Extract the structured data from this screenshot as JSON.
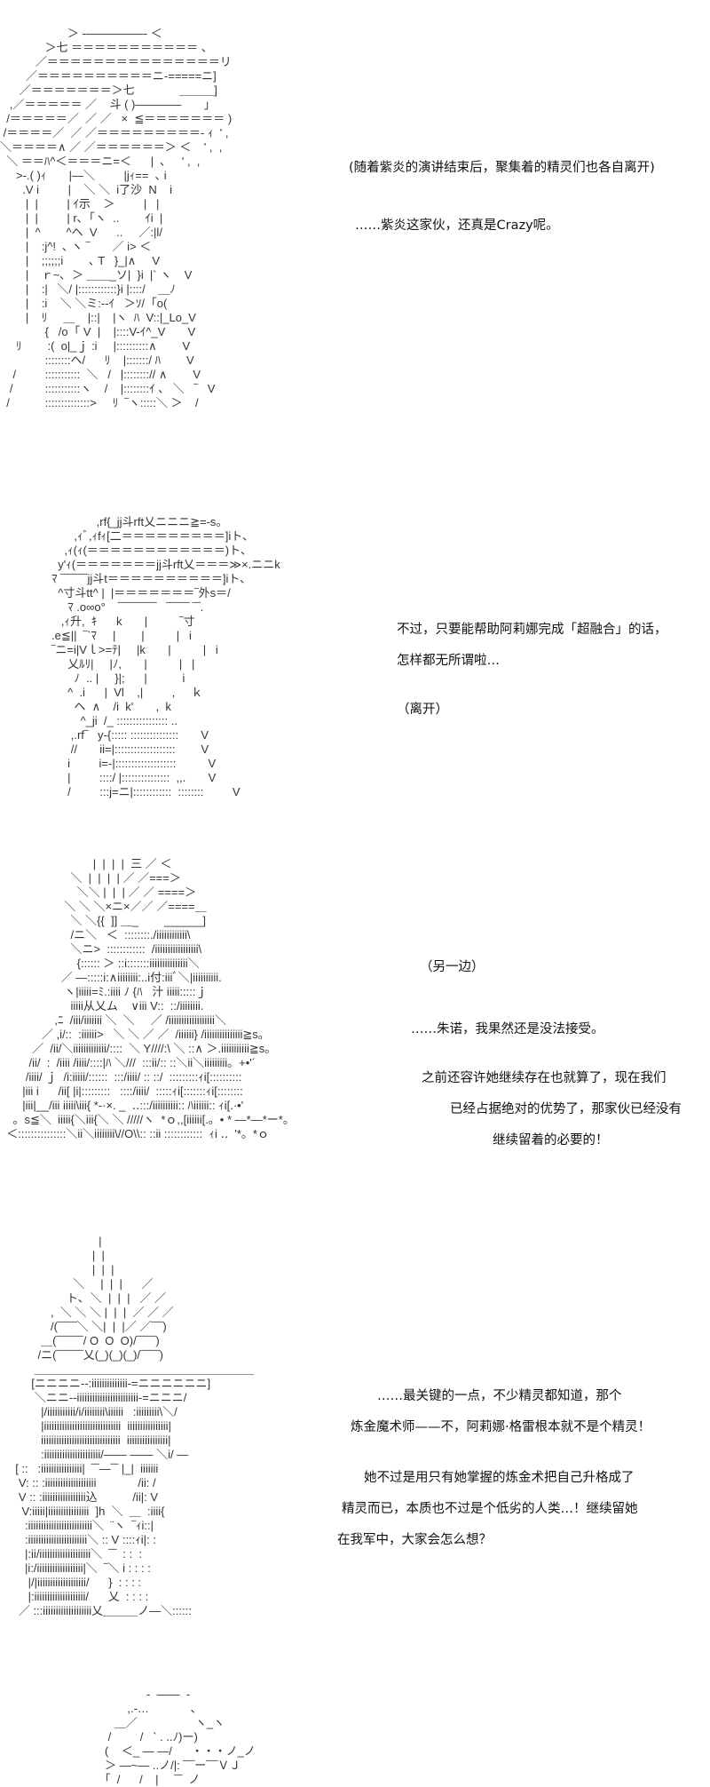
{
  "panels": [
    {
      "art": [
        "                     ＞ -―――――- ＜",
        "              ＞七 ＝＝＝＝＝＝＝＝＝＝＝ 、",
        "           ／＝＝＝＝＝＝＝＝＝＝＝＝＝＝＝リ",
        "        ／＝＝＝＝＝＝＝＝＝＝ニ-=====ニ]",
        "      ／＝＝＝＝＝＝＝＞七              ＿＿＿]",
        "   ,／＝＝＝＝＝ ／    斗 ( )――――       ｣",
        "  /＝＝＝＝＝／  ／ ／   ×  ≦＝＝＝＝＝＝＝ )",
        " /＝＝＝＝／  ／ ／＝＝＝＝＝＝＝＝＝- ｨ  ' ,",
        "＼＝＝＝＝∧ ／ ／＝＝＝＝＝＝＞ ＜    ' ,  ,",
        "  ＼ ＝＝ﾊ^＜＝＝＝ニ=＜      |  ､     ' ,  ,",
        "     >-.( )ｨ       |―＼         |jｨ==  ､ i",
        "       .V i         |    ＼ ＼  i了沙  N    i",
        "        |  |         | ｲ示    ＞         |   |",
        "        |  |         | r､  ｢ヽ  ..        ｲi  |",
        "        |  ^        ^ヘ  V      ..     ／:|l/",
        "        |    :j^!  ､ ヽ ‾       ／ i> ＜",
        "        |    ;;;;;;i        ､ T   }_|∧     V",
        "        |    ｒ~､  ＞ ＿＿_ソ|  }i  |` ヽ    V",
        "        |    :|   ＼/ |::::::::::::}i |::::/    ＿ﾉ",
        "        |    :i    ＼ ＼ミ:--ｲ   ＞ｿ/  ｢o(",
        "        |    ﾘ     ＿    |::|    |ヽ  ﾊ  V::|_Lo_V",
        "              {   /o  ｢ V  |    |::::V-ｲ^_V       V",
        "     ﾘ        :(  o|_ｊ :i     |::::::::::∧        V",
        "              ::::::::ヘ/      ﾘ    |:::::::/ ﾊ        V",
        "    /         :::::::::::  ＼   /   |::::::::// ∧        V",
        "   /          :::::::::::ヽ    /    |::::::::ｲ 、 ＼   ‾   V",
        "  /           ::::::::::::::>     ﾘ  ‾ヽ:::::＼ ＞    /"
      ],
      "lines": [
        "(随着紫炎的演讲结束后，聚集着的精灵们也各自离开)",
        "……紫炎这家伙，还真是Crazy呢。"
      ]
    },
    {
      "art": [
        "                   ,rf{_jj斗rft乂ニニニ≧=-s。",
        "            ,ｨﾞ,ｨfｨ[二＝＝＝＝＝＝＝＝＝]iト、",
        "         ,ｨ(ｨ(＝＝＝＝＝＝＝＝＝＝＝＝)ト、",
        "       y'ｨ(＝＝＝＝＝＝＝jj斗rft乂＝＝＝≫×.ニニk",
        "     ﾏ ‾‾‾‾‾‾‾jj斗t＝＝＝＝＝＝＝＝＝＝]iト、",
        "       ^寸斗tt^ |  |＝＝＝＝＝＝＝‾外s＝/",
        "          ﾏ .o∞o°    ‾‾‾‾‾‾‾‾‾‾   ‾‾‾‾‾‾ ‾‾.",
        "        ,ｨ升,  ｷ      k       |          ‾寸",
        "     .e≦||  ‾`ﾏ     |        |          |   i",
        "     ‾ニ=i|Vｌ>=ﾃ|     |k       |          |   i",
        "          乂ﾙﾘ|     |ﾉ,       |          |   |",
        "            ﾉ  .. |     }|;      |           i",
        "          ^  .i      |  Vl    ,|         ,     ｋ",
        "            ヘ  ∧    /i  k'       ,  k",
        "              ^_ji  /_ :::::::::::::::: ..",
        "           ,.rf‾   y-{::::: :::::::::::::::       V",
        "           //       ii=|:::::::::::::::::::        V",
        "          i         i=-|:::::::::::::::::::          V",
        "          |         ::::/ |:::::::::::::::  ,,.       V",
        "          /         :::j=ニ|::::::::::::  ::::::::         V"
      ],
      "lines": [
        "不过，只要能帮助阿莉娜完成「超融合」的话，",
        "怎样都无所谓啦…",
        "（离开）"
      ]
    },
    {
      "art": [
        "                             |  |  |  |  三 ／ ＜",
        "                      ＼  |  |  |  | ／ ／===＞",
        "                        ＼＼ |  |  | ／ ／ ====＞",
        "                    ＼ ＼ ＼×ニ×／／ ／====＿",
        "                      ＼ ＼{{  ]] ＿_        ______]",
        "                      /ニ＼   ＜  ::::::::./iiiiiiiiiiii\\",
        "                      ＼ニ>  ::::::::::::  /iiiiiiiiiiiiiiiii\\",
        "                        {:::::: ＞ ::i:::::::iiiiiiiiiiiiiii＼",
        "                   ／ ―:::::i:∧iiiiiiii:..i付:iiiﾞ＼|iiiiiiiiii.",
        "                    ヽ|iiiii=ﾐ.:iiii ﾉ {ﾊ   汁 iiiii:::::ｊ",
        "                      iiiii从乂ム    ∨iii V::  ::/iiiiiiii.",
        "                 ,ﾆ  /iii/iiiiiii ＼  ＼     ／ /iiiiiiiiiiiiiiiiii＼",
        "             ／ ,i/::  :iiiiii>   ＼ ＼ ／ ／  /iiiiii} /iiiiiiiiiiiiiii≧s。",
        "          ／  /ii/＼iiiiiiiiiiiii/::::  ＼ Y////:\\ ＼ ::∧ ＞.iiiiiiiiiii≧s。",
        "         /ii/  :  /iiii /iiii/::::|ﾊ ＼///  :::ii/:: ::＼ii＼iiiiiiiii。+•'´",
        "        /iiii/ ｊ  /i:iiiii/::::::  :::/iiii/ :: ::/  :::::::::ｨi[::::::::::",
        "       |iii i      /ii[ |i|:::::::::   ::::/iiii/  :::::ｨi[:::::::ｨi[::::::::",
        "       |iii|__/iii iiiii\\iii{ *-·×. _  ‥:::/iiiiiiiiii:: ﾊiiiiii:: ｨi[.·•'",
        "    。s≦＼  iiiii{＼iii{＼ ＼ /////ヽ  *ｏ,,[iiiiii[.。• * ―*―*ー*。",
        "  ＜:::::::::::::::＼ii＼iiiiiiii\\//O\\\\:: ::ii ::::::::::::  ｨi ‥  '*。*ｏ"
      ],
      "lines": [
        "（另一边）",
        "……朱诺，我果然还是没法接受。",
        "之前还容许她继续存在也就算了，现在我们",
        "已经占据绝对的优势了，那家伙已经没有",
        "继续留着的必要的！"
      ]
    },
    {
      "art": [
        "                            |",
        "                          |  |",
        "                          |  |  |",
        "                    ＼     |  |  |      ／",
        "                  ト､  ＼  |  |  |   ／ ／",
        "             ,  ＼ ＼ ＼ |  |  |  ／ ／ ／",
        "             /(‾‾‾‾‾＼ ＼|  |  |／ ／‾‾‾)",
        "          ＿(‾‾‾‾‾‾‾/ O  O  O)/‾‾‾‾‾)",
        "         /ニ(‾‾‾‾‾‾‾乂(_)(_)(_)/‾‾‾‾‾)",
        "        ＿＿＿＿＿＿＿＿＿＿＿＿＿＿＿＿＿＿＿",
        "       [ニニニニ--:iiiiiiiiiiiiii-=ニニニニニニ]",
        "        ＼ニニ--iiiiiiiiiiiiiiiiiiiiiiii-=ニニニ/",
        "          |/iiiiiiiiiii/i/iiiiiiii\\iiiiii   :iiiiiiiii\\＼/",
        "          |iiiiiiiiiiiiiiiiiiiiiiiiiiiiii  iiiiiiiiiiiiiiii|",
        "          iiiiiiiiiiiiiiiiiiiiiiiiiiiiiii  iiiiiiiiiiiiiiii|",
        "          :iiiiiiiiiiiiiiiiiiiiii/―― ―― ＼i/ ―",
        "  [ ::   :iiiiiiiiiiiiiiii|  ‾‾―‾‾ |_|  iiiiiii",
        "   V: :: :iiiiiiiiiiiiiiiiiiii             /ii: /",
        "   V :: :iiiiiiiiiiiiiiiii込           /ii|: V",
        "    V:iiiii|iiiiiiiiiiiiiiii  ]h  ＼  ＿  :iiii{",
        "     :iiiiiiiiiiiiiiiiiiiiiiiii＼  ¨ヽ  ‾ｨi::|",
        "     :iiiiiiiiiiiiiiiiiiiiiii＼ :: V ::::ｨi|: :",
        "     |:ii/iiiiiiiiiiiiiiiiiiii＼  ‾‾  : :  :",
        "     |i:/iiiiiiiiiiiiiiiiii|＼  ‾＼ i : : : :",
        "      |/|iiiiiiiiiiiiiiiiiii/      }  : : : :",
        "      |:iiiiiiiiiiiiiiiiiiii/      乂  : : : :",
        "   ／ :::iiiiiiiiiiiiiiiiiii乂＿＿＿ノ―＼::::::"
      ],
      "lines": [
        "……最关键的一点，不少精灵都知道，那个",
        "炼金魔术师——不，阿莉娜·格雷根本就不是个精灵！",
        "她不过是用只有她掌握的炼金术把自己升格成了",
        "精灵而已，本质也不过是个低劣的人类…！继续留她",
        "在我军中，大家会怎么想？"
      ]
    },
    {
      "art": [
        "                  -  ――  -",
        "            ,.-…             ､",
        "        ＿／                  ヽ_ヽ",
        "      /         /   ` . ..ﾉ)ー)",
        "     (    ＜_ ― ―/      ・・・ノ_ノ",
        "     ＞ ―~― ..ノ/|: ‾‾‾ー‾‾‾ＶＪ",
        "     ｢  /      /    |     ‾‾  ノ"
      ],
      "lines": []
    }
  ]
}
